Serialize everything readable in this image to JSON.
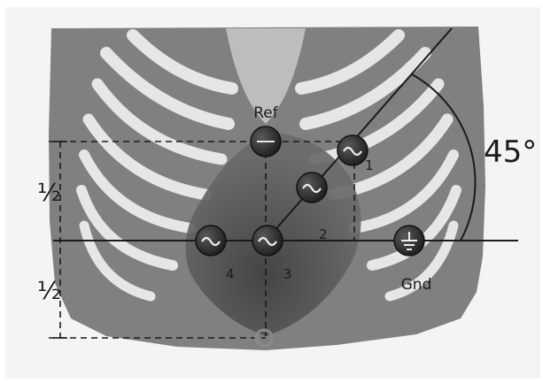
{
  "diagram": {
    "angle_label": "45°",
    "half_top_label": "½",
    "half_bottom_label": "½",
    "ref_label": "Ref",
    "gnd_label": "Gnd",
    "electrodes": [
      {
        "id": "1",
        "label": "1"
      },
      {
        "id": "2",
        "label": "2"
      },
      {
        "id": "3",
        "label": "3"
      },
      {
        "id": "4",
        "label": "4"
      }
    ]
  },
  "colors": {
    "background": "#ffffff",
    "body": "#7d7d7d",
    "ribs": "#e4e4e4",
    "heart": "#5a5a5a",
    "electrode": "#2b2b2b",
    "line": "#1a1a1a"
  }
}
